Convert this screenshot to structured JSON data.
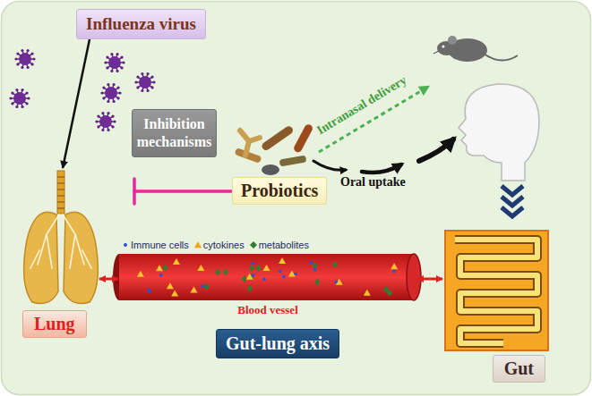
{
  "diagram": {
    "nodes": [
      {
        "text": [
          "Influenza virus"
        ]
      },
      {
        "text": [
          "Inhibition mechanisms"
        ]
      },
      {
        "text": [
          "Probiotics"
        ]
      },
      {
        "text": [
          "Lung"
        ]
      },
      {
        "text": [
          "Immune cells",
          "cytokines",
          "metabolites",
          "Blood vessel"
        ]
      },
      {
        "text": [
          "Gut-lung axis"
        ]
      },
      {
        "text": [
          "Gut"
        ]
      }
    ],
    "edges": [
      {
        "from": 0,
        "to": 3,
        "arrow": "to"
      },
      {
        "from": 3,
        "to": 4,
        "arrow": "both"
      },
      {
        "from": 4,
        "to": 6,
        "arrow": "both"
      }
    ],
    "labels": [
      "Intranasal delivery",
      "Oral uptake"
    ]
  }
}
